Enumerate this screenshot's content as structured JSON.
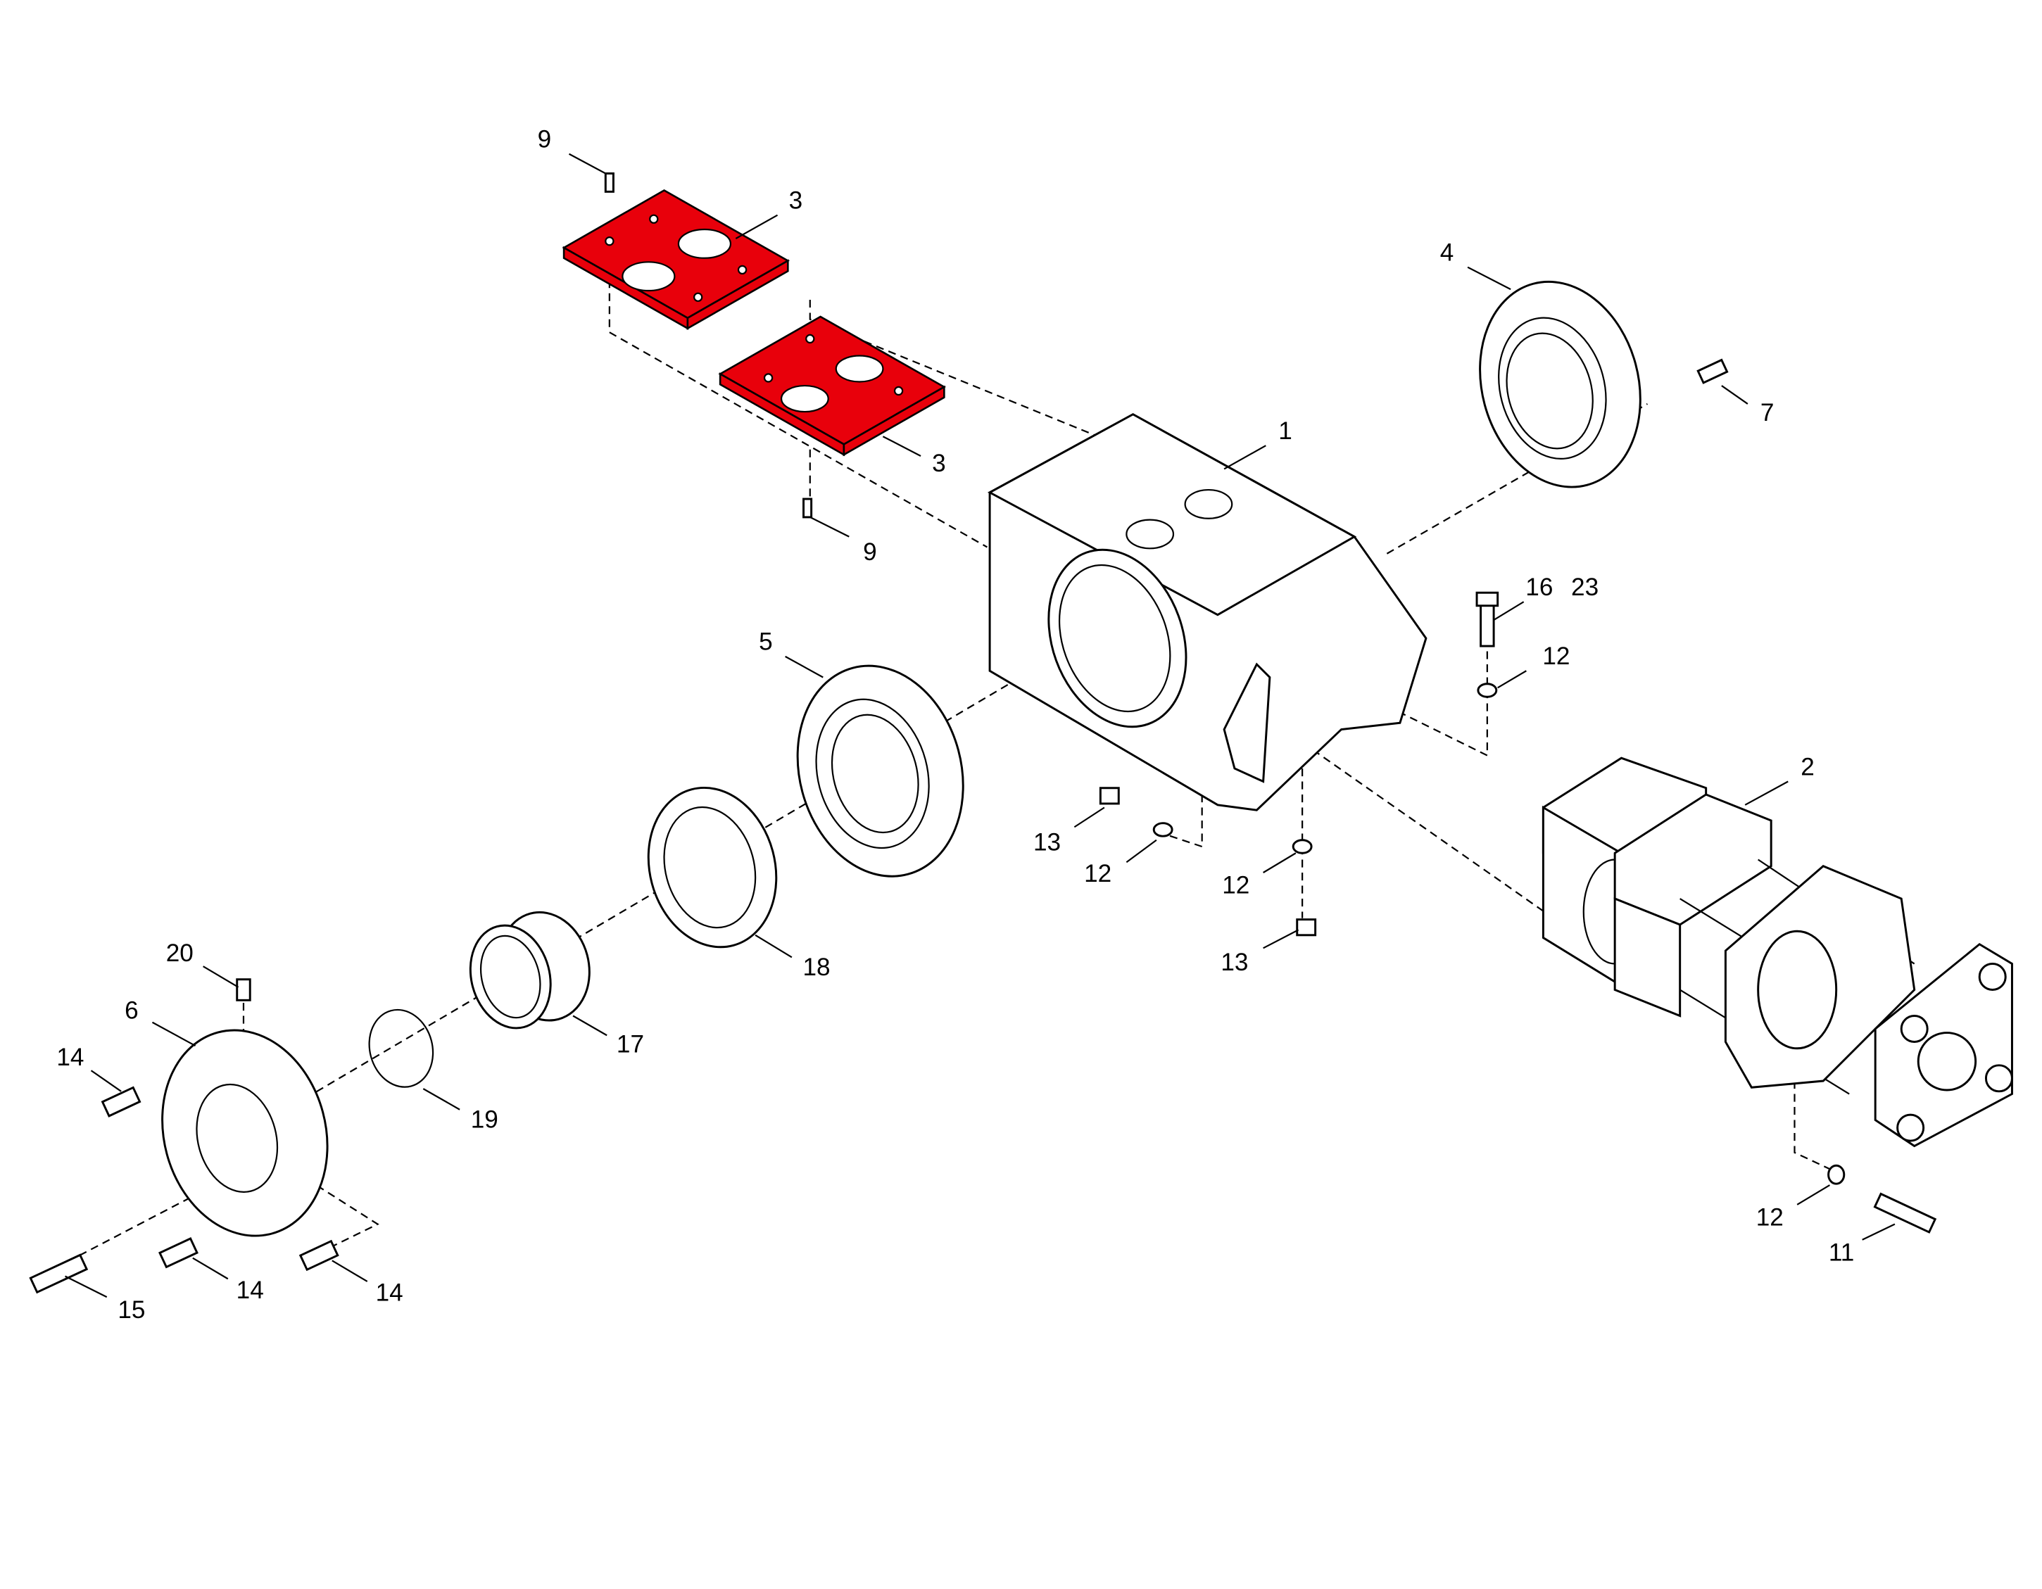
{
  "diagram": {
    "type": "exploded-parts-diagram",
    "highlight_color": "#e8000b",
    "callouts": [
      {
        "id": "c9a",
        "label": "9"
      },
      {
        "id": "c3a",
        "label": "3"
      },
      {
        "id": "c3b",
        "label": "3"
      },
      {
        "id": "c9b",
        "label": "9"
      },
      {
        "id": "c4",
        "label": "4"
      },
      {
        "id": "c7",
        "label": "7"
      },
      {
        "id": "c1",
        "label": "1"
      },
      {
        "id": "c16",
        "label": "16"
      },
      {
        "id": "c23",
        "label": "23"
      },
      {
        "id": "c12a",
        "label": "12"
      },
      {
        "id": "c5",
        "label": "5"
      },
      {
        "id": "c2",
        "label": "2"
      },
      {
        "id": "c13a",
        "label": "13"
      },
      {
        "id": "c12b",
        "label": "12"
      },
      {
        "id": "c12c",
        "label": "12"
      },
      {
        "id": "c13b",
        "label": "13"
      },
      {
        "id": "c18",
        "label": "18"
      },
      {
        "id": "c20",
        "label": "20"
      },
      {
        "id": "c6",
        "label": "6"
      },
      {
        "id": "c14a",
        "label": "14"
      },
      {
        "id": "c17",
        "label": "17"
      },
      {
        "id": "c19",
        "label": "19"
      },
      {
        "id": "c12d",
        "label": "12"
      },
      {
        "id": "c11",
        "label": "11"
      },
      {
        "id": "c15",
        "label": "15"
      },
      {
        "id": "c14b",
        "label": "14"
      },
      {
        "id": "c14c",
        "label": "14"
      }
    ]
  }
}
